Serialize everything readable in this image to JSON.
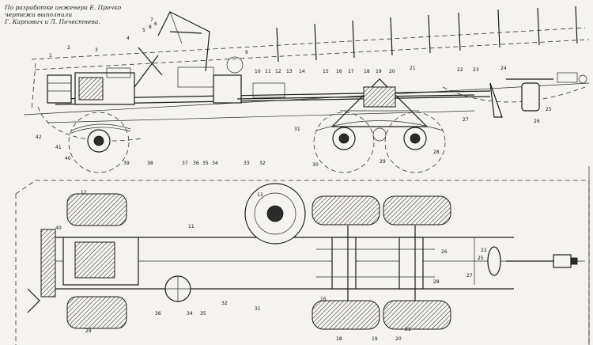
{
  "caption": {
    "line1": "По разработке инженера Е. Прочко",
    "line2": "чертежи выполнили",
    "line3": "Г. Карпович и Л. Почестнева."
  },
  "side_view_labels": [
    "1",
    "2",
    "3",
    "4",
    "5",
    "6",
    "7",
    "8",
    "9",
    "10",
    "11",
    "12",
    "13",
    "14",
    "15",
    "16",
    "17",
    "18",
    "19",
    "20",
    "21",
    "22",
    "23",
    "24",
    "25",
    "26",
    "27",
    "28",
    "29",
    "30",
    "31",
    "32",
    "33",
    "34",
    "35",
    "36",
    "37",
    "38",
    "39",
    "40",
    "41",
    "42"
  ],
  "plan_view_labels": [
    "40",
    "12",
    "11",
    "13",
    "31",
    "32",
    "34",
    "35",
    "36",
    "16",
    "18",
    "19",
    "20",
    "21",
    "22",
    "25",
    "26",
    "27",
    "28",
    "29"
  ]
}
